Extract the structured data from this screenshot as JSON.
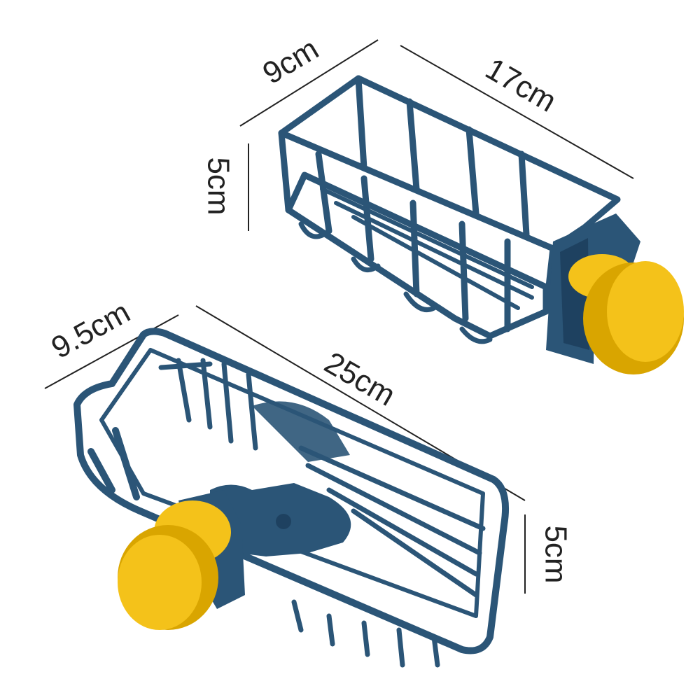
{
  "colors": {
    "basket": "#2b5577",
    "basket_dark": "#1e4160",
    "knob": "#f4c21a",
    "knob_dark": "#d9a500",
    "line": "#222222"
  },
  "small_basket": {
    "width_label": "9cm",
    "length_label": "17cm",
    "height_label": "5cm"
  },
  "large_basket": {
    "width_label": "9.5cm",
    "length_label": "25cm",
    "height_label": "5cm"
  }
}
